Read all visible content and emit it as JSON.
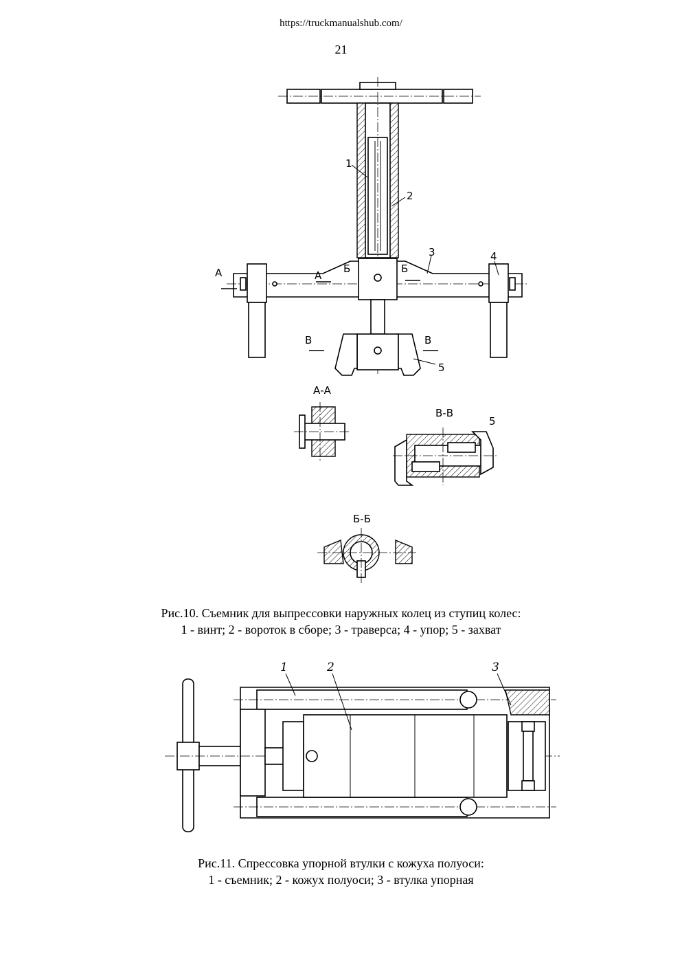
{
  "header": {
    "url": "https://truckmanualshub.com/",
    "page_number": "21"
  },
  "figure10": {
    "labels": {
      "part1": "1",
      "part2": "2",
      "part3": "3",
      "part4": "4",
      "part5": "5",
      "part5_section": "5",
      "sec_a_left": "A",
      "sec_a_right": "A",
      "sec_b_left": "Б",
      "sec_b_right": "Б",
      "sec_v_left": "В",
      "sec_v_right": "В"
    },
    "section_titles": {
      "aa": "А-А",
      "vv": "В-В",
      "bb": "Б-Б"
    },
    "caption_line1": "Рис.10. Съемник для выпрессовки наружных колец из ступиц колес:",
    "caption_line2": "1 - винт; 2 - вороток в сборе; 3 - траверса; 4 - упор; 5 - захват"
  },
  "figure11": {
    "labels": {
      "part1": "1",
      "part2": "2",
      "part3": "3"
    },
    "caption_line1": "Рис.11. Спрессовка упорной втулки с кожуха полуоси:",
    "caption_line2": "1 - съемник; 2 - кожух полуоси; 3 - втулка упорная"
  }
}
